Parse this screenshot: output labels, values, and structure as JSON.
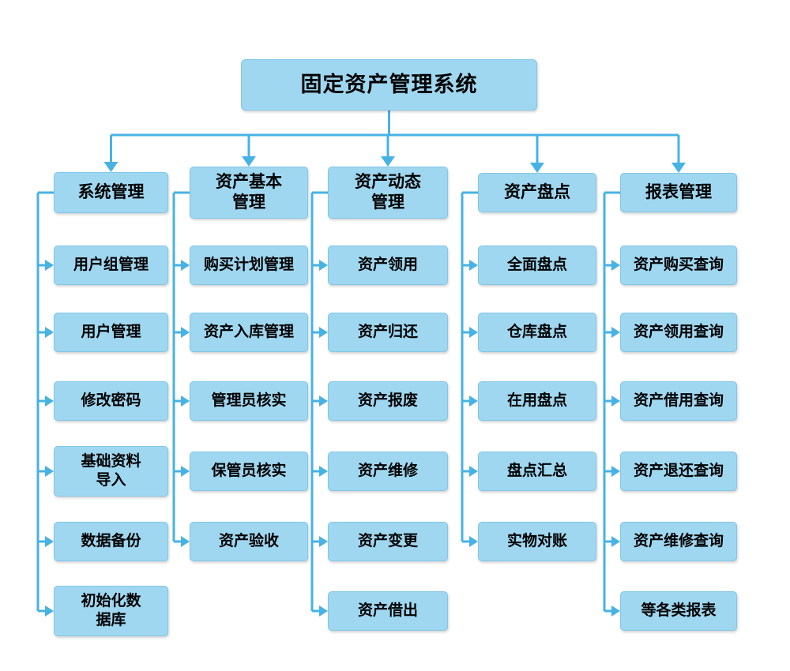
{
  "diagram": {
    "root": {
      "label": "固定资产管理系统"
    },
    "columns": [
      {
        "header": "系统管理",
        "items": [
          "用户组管理",
          "用户管理",
          "修改密码",
          "基础资料\n导入",
          "数据备份",
          "初始化数\n据库"
        ]
      },
      {
        "header": "资产基本\n管理",
        "items": [
          "购买计划管理",
          "资产入库管理",
          "管理员核实",
          "保管员核实",
          "资产验收"
        ]
      },
      {
        "header": "资产动态\n管理",
        "items": [
          "资产领用",
          "资产归还",
          "资产报废",
          "资产维修",
          "资产变更",
          "资产借出"
        ]
      },
      {
        "header": "资产盘点",
        "items": [
          "全面盘点",
          "仓库盘点",
          "在用盘点",
          "盘点汇总",
          "实物对账"
        ]
      },
      {
        "header": "报表管理",
        "items": [
          "资产购买查询",
          "资产领用查询",
          "资产借用查询",
          "资产退还查询",
          "资产维修查询",
          "等各类报表"
        ]
      }
    ],
    "colors": {
      "box_fill": "#9fd7f1",
      "box_border": "#82c6e8",
      "arrow": "#47b2e4",
      "text": "#000000"
    }
  }
}
